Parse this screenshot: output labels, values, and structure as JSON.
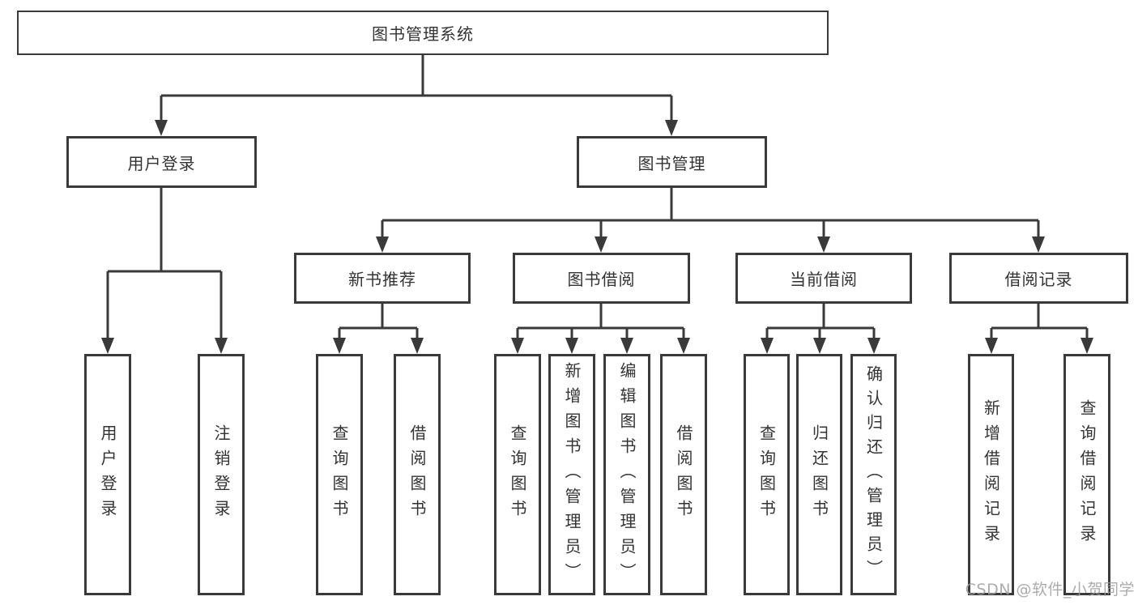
{
  "nodes": {
    "root": "图书管理系统",
    "user_login": "用户登录",
    "book_mgmt": "图书管理",
    "new_books": "新书推荐",
    "book_borrow": "图书借阅",
    "current_borrow": "当前借阅",
    "borrow_records": "借阅记录",
    "leaf_user_login": "用户登录",
    "leaf_logout": "注销登录",
    "leaf_nb_query": "查询图书",
    "leaf_nb_borrow": "借阅图书",
    "leaf_bb_query": "查询图书",
    "leaf_bb_add": "新增图书（管理员）",
    "leaf_bb_edit": "编辑图书（管理员）",
    "leaf_bb_borrow": "借阅图书",
    "leaf_cb_query": "查询图书",
    "leaf_cb_return": "归还图书",
    "leaf_cb_confirm": "确认归还（管理员）",
    "leaf_br_add": "新增借阅记录",
    "leaf_br_query": "查询借阅记录"
  },
  "colors": {
    "line": "#3a3a3a",
    "text": "#333333",
    "watermark": "#9e9e9e"
  },
  "watermark": "CSDN @软件_小贺同学"
}
